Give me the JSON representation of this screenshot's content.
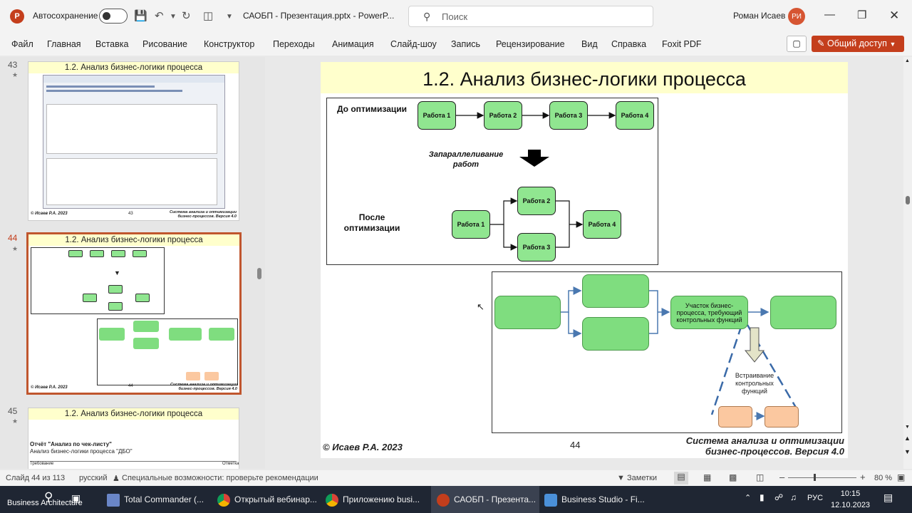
{
  "titlebar": {
    "autosave_label": "Автосохранение",
    "doc_title": "САОБП - Презентация.pptx  -  PowerP...",
    "search_placeholder": "Поиск",
    "user_name": "Роман Исаев",
    "user_initials": "РИ"
  },
  "ribbon": {
    "tabs": [
      "Файл",
      "Главная",
      "Вставка",
      "Рисование",
      "Конструктор",
      "Переходы",
      "Анимация",
      "Слайд-шоу",
      "Запись",
      "Рецензирование",
      "Вид",
      "Справка",
      "Foxit PDF"
    ],
    "share_label": "Общий доступ"
  },
  "thumbnails": [
    {
      "number": "43",
      "title": "1.2. Анализ бизнес-логики процесса",
      "footer_left": "© Исаев Р.А. 2023",
      "page": "43",
      "footer_right_1": "Система анализа и оптимизации",
      "footer_right_2": "бизнес-процессов. Версия 4.0"
    },
    {
      "number": "44",
      "title": "1.2. Анализ бизнес-логики процесса",
      "footer_left": "© Исаев Р.А. 2023",
      "page": "44",
      "footer_right_1": "Система анализа и оптимизации",
      "footer_right_2": "бизнес-процессов. Версия 4.0"
    },
    {
      "number": "45",
      "title": "1.2. Анализ бизнес-логики процесса",
      "report_title": "Отчёт \"Анализ по чек-листу\"",
      "report_sub": "Анализ бизнес-логики процесса \"ДБО\"",
      "col1": "Требование",
      "col2": "Отметка"
    }
  ],
  "slide": {
    "title": "1.2. Анализ бизнес-логики процесса",
    "before_label": "До оптимизации",
    "after_label": "После оптимизации",
    "parallel_label": "Запараллеливание работ",
    "tasks": [
      "Работа 1",
      "Работа 2",
      "Работа 3",
      "Работа 4"
    ],
    "section_label": "Участок бизнес-процесса, требующий контрольных функций",
    "embed_label": "Встраивание контрольных функций",
    "footer_left": "© Исаев Р.А. 2023",
    "page_number": "44",
    "footer_right_1": "Система анализа и оптимизации",
    "footer_right_2": "бизнес-процессов. Версия 4.0"
  },
  "statusbar": {
    "slide_info": "Слайд 44 из 113",
    "language": "русский",
    "accessibility": "Специальные возможности: проверьте рекомендации",
    "notes": "Заметки",
    "zoom": "80 %"
  },
  "taskbar": {
    "start_label": "Business Architecture",
    "items": [
      "Total Commander (...",
      "Открытый вебинар...",
      "Приложению busi...",
      "САОБП - Презента...",
      "Business Studio - Fi..."
    ],
    "lang": "РУС",
    "time": "10:15",
    "date": "12.10.2023"
  }
}
